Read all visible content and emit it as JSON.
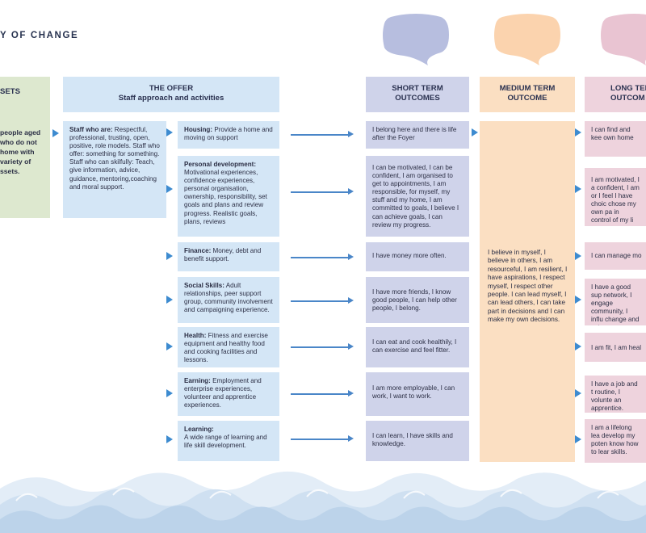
{
  "title": "Y OF CHANGE",
  "colors": {
    "offer": "#d4e6f6",
    "short_term": "#cfd3ea",
    "medium_term": "#fbdfc2",
    "long_term": "#eed3dd",
    "assets": "#dde8cf",
    "arrow": "#4a86c8",
    "wave_light": "#e3edf7",
    "wave_dark": "#bcd3ea"
  },
  "assets": {
    "heading": "SETS",
    "lines": [
      "people aged",
      "who do not",
      "home with",
      "variety of",
      "ssets."
    ]
  },
  "offer": {
    "heading_line1": "THE OFFER",
    "heading_line2": "Staff approach and activities",
    "staff_bold": "Staff who are:",
    "staff_text": " Respectful, professional, trusting, open, positive, role models. Staff who offer: something for something. Staff who can skilfully: Teach, give information, advice, guidance, mentoring,coaching and moral support."
  },
  "short_term": {
    "heading_line1": "SHORT TERM",
    "heading_line2": "OUTCOMES"
  },
  "medium_term": {
    "heading_line1": "MEDIUM TERM",
    "heading_line2": "OUTCOME",
    "text": "I believe in myself, I believe in others, I am resourceful, I am resilient, I have aspirations, I respect myself, I respect other people. I can lead myself, I can lead others, I can take part in decisions and I can make my own decisions."
  },
  "long_term": {
    "heading_line1": "LONG TER",
    "heading_line2": "OUTCOM"
  },
  "rows": [
    {
      "offer_bold": "Housing:",
      "offer_text": " Provide a home and moving on support",
      "short": "I belong here and there is life after the Foyer",
      "long": "I can find and kee own home"
    },
    {
      "offer_bold": "Personal development:",
      "offer_text": " Motivational experiences, confidence experiences, personal organisation, ownership, responsibility, set goals and plans and review progress. Realistic goals, plans, reviews",
      "short": "I can be motivated, I can be confident, I am organised to get to appointments, I am responsible, for myself, my stuff and my home, I am committed to goals, I believe I can achieve goals, I can review my progress.",
      "long": "I am motivated, I a confident, I am or I feel I have choic chose my own pa in control of my li"
    },
    {
      "offer_bold": "Finance:",
      "offer_text": " Money, debt and benefit support.",
      "short": "I have money more often.",
      "long": "I can manage mo"
    },
    {
      "offer_bold": "Social Skills:",
      "offer_text": " Adult relationships, peer support group, community involvement and campaigning experience.",
      "short": "I have more friends, I know good people, I can help other people, I belong.",
      "long": "I have a good sup network, I engage community, I influ change and vote."
    },
    {
      "offer_bold": "Health:",
      "offer_text": " Fitness and exercise equipment and healthy food and cooking facilities and lessons.",
      "short": "I can eat and cook healthily, I can exercise and feel fitter.",
      "long": "I am fit, I am heal"
    },
    {
      "offer_bold": "Earning:",
      "offer_text": " Employment and enterprise experiences, volunteer and apprentice experiences.",
      "short": "I am more employable, I can work, I want to work.",
      "long": "I have a job and t routine, I volunte an apprentice."
    },
    {
      "offer_bold": "Learning:",
      "offer_text": " A wide range of learning and life skill development.",
      "short": "I can learn, I have skills and knowledge.",
      "long": "I am a lifelong lea develop my poten know how to lear skills."
    }
  ]
}
